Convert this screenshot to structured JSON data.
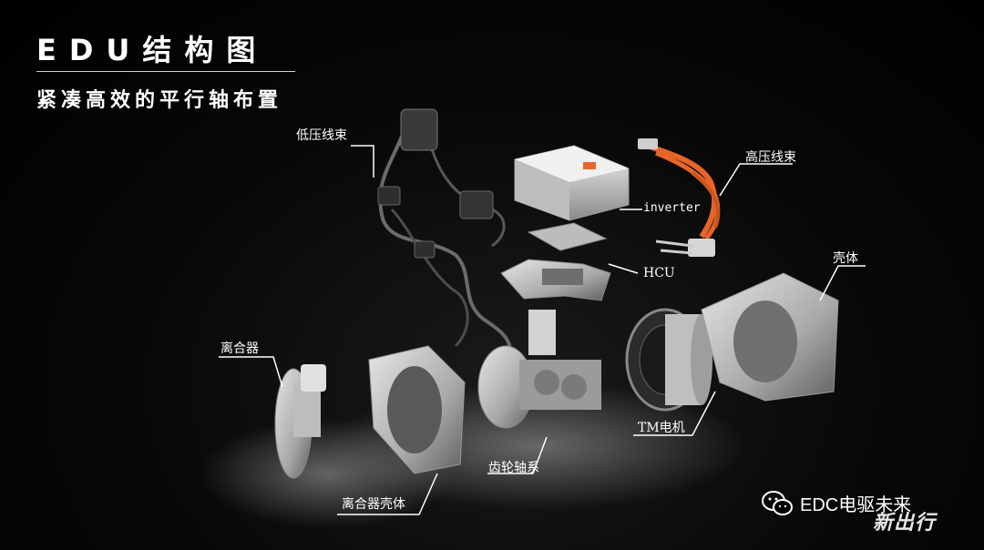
{
  "slide": {
    "title": "EDU结构图",
    "subtitle": "紧凑高效的平行轴布置"
  },
  "labels": {
    "low_voltage_harness": "低压线束",
    "inverter": "inverter",
    "high_voltage_harness": "高压线束",
    "hcu": "HCU",
    "housing": "壳体",
    "clutch": "离合器",
    "tm_motor": "TM电机",
    "gear_shaft_system": "齿轮轴系",
    "clutch_housing": "离合器壳体"
  },
  "watermark": {
    "account": "EDC电驱未来",
    "logo_text": "新出行"
  },
  "colors": {
    "background": "#000000",
    "text": "#ffffff",
    "hv_cable": "#e8642a"
  }
}
